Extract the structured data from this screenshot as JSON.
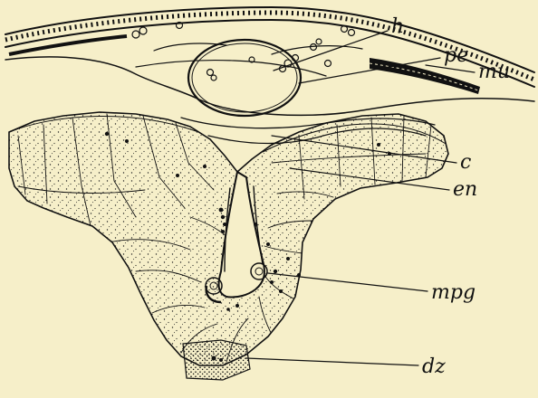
{
  "labels": {
    "h": "h",
    "pe": "pe",
    "mu": "mu",
    "c": "c",
    "en": "en",
    "mpg": "mpg",
    "dz": "dz"
  },
  "colors": {
    "paper": "#f6efc9",
    "ink": "#111111"
  }
}
